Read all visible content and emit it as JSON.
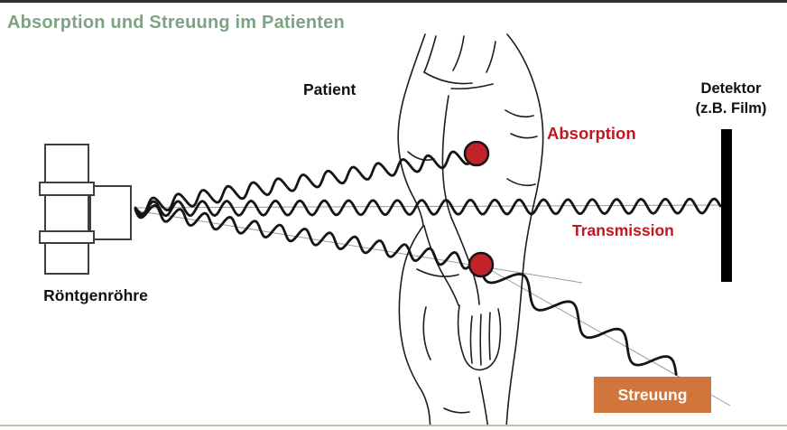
{
  "header": {
    "title": "Absorption und Streuung im Patienten"
  },
  "labels": {
    "patient": "Patient",
    "xray_tube": "Röntgenröhre",
    "detector_line1": "Detektor",
    "detector_line2": "(z.B. Film)",
    "absorption": "Absorption",
    "transmission": "Transmission",
    "scatter": "Streuung"
  },
  "colors": {
    "title_green": "#7DA383",
    "accent_red": "#C31622",
    "dot_red": "#C2232B",
    "scatter_box_bg": "#D0753B",
    "scatter_box_text": "#FFFFFF",
    "drawing_ink": "#1D1D1D",
    "axis_gray": "#9A9A9A",
    "top_border": "#2F2F2F",
    "bottom_border": "#BDBDB5"
  }
}
